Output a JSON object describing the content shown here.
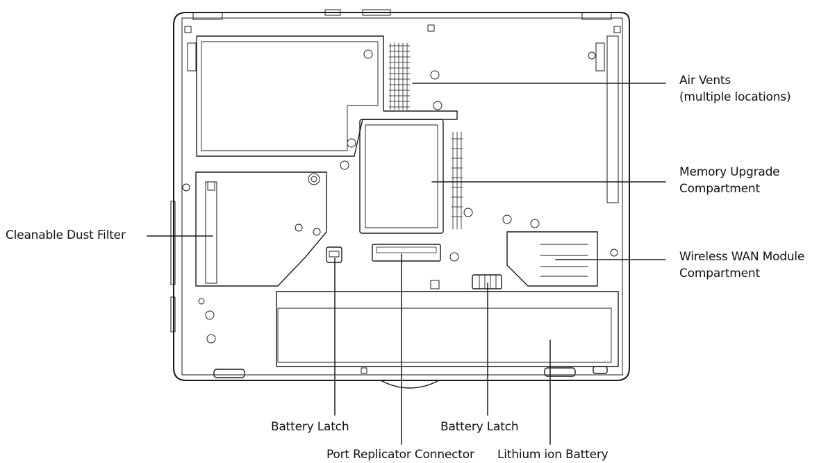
{
  "labels": {
    "air_vents": "Air Vents",
    "air_vents_sub": "(multiple locations)",
    "memory_upgrade": "Memory Upgrade",
    "memory_upgrade_sub": "Compartment",
    "wireless_wan": "Wireless WAN Module",
    "wireless_wan_sub": "Compartment",
    "dust_filter": "Cleanable Dust Filter",
    "battery_latch_left": "Battery Latch",
    "port_replicator": "Port Replicator Connector",
    "battery_latch_right": "Battery Latch",
    "lithium_battery": "Lithium ion Battery"
  }
}
